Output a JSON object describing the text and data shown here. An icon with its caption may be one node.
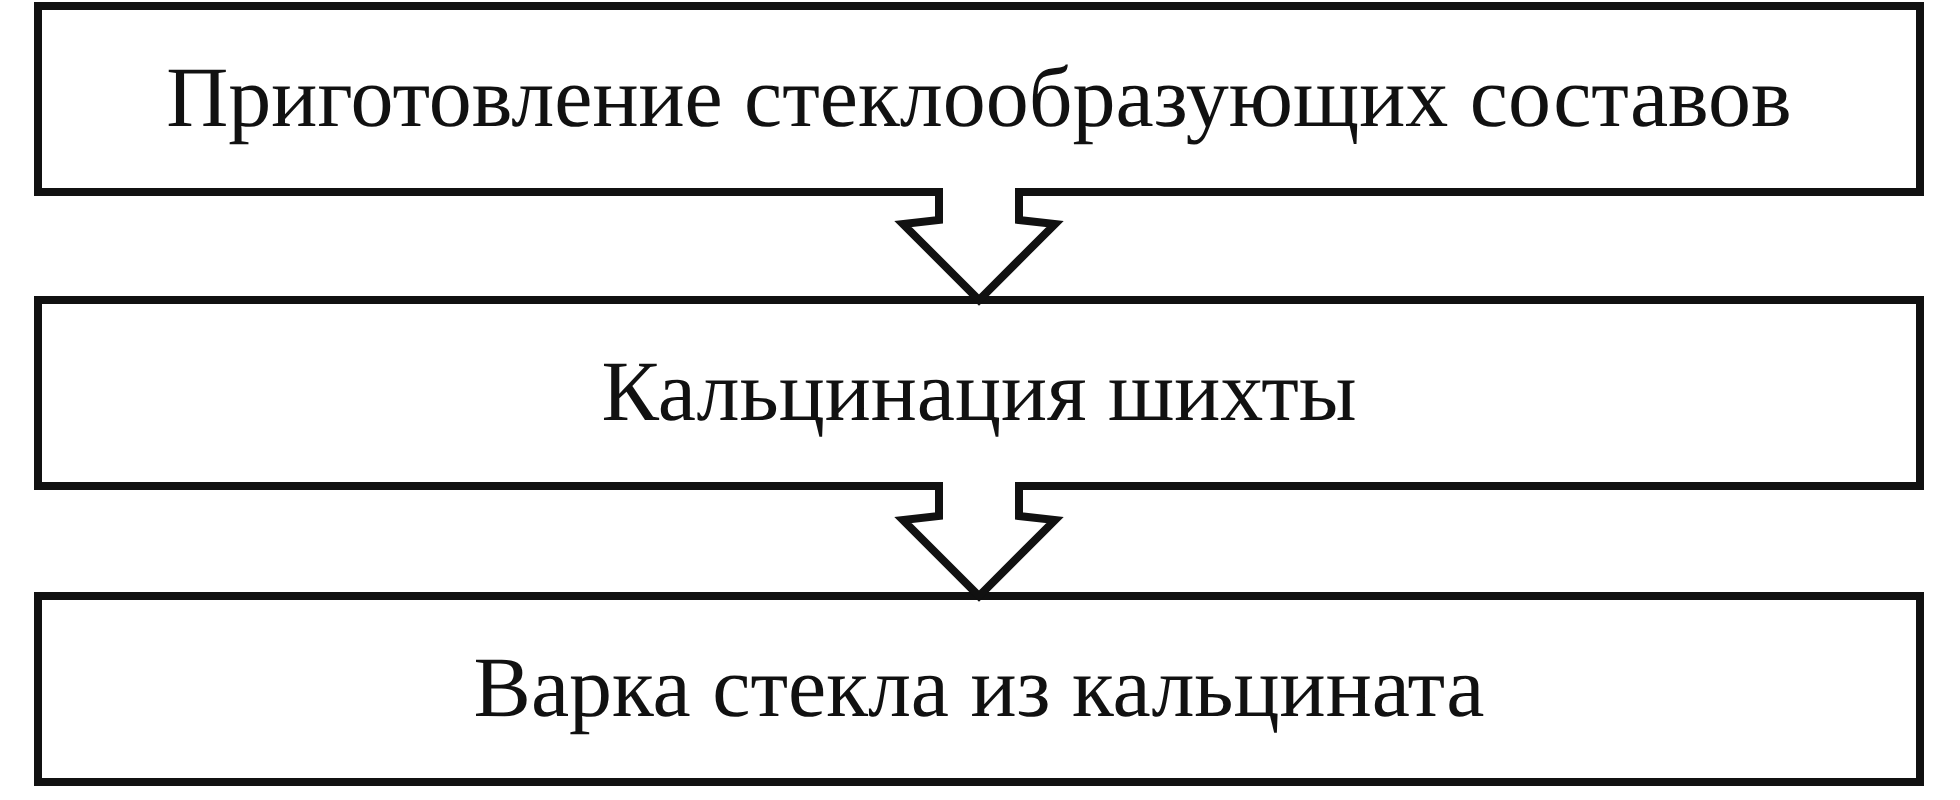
{
  "diagram": {
    "nodes": [
      {
        "text": [
          "Приготовление стеклообразующих составов"
        ]
      },
      {
        "text": [
          "Кальцинация шихты"
        ]
      },
      {
        "text": [
          "Варка стекла из кальцината"
        ]
      }
    ],
    "edges": [
      {
        "from": 0,
        "to": 1,
        "arrow": "to"
      },
      {
        "from": 1,
        "to": 2,
        "arrow": "to"
      }
    ]
  }
}
